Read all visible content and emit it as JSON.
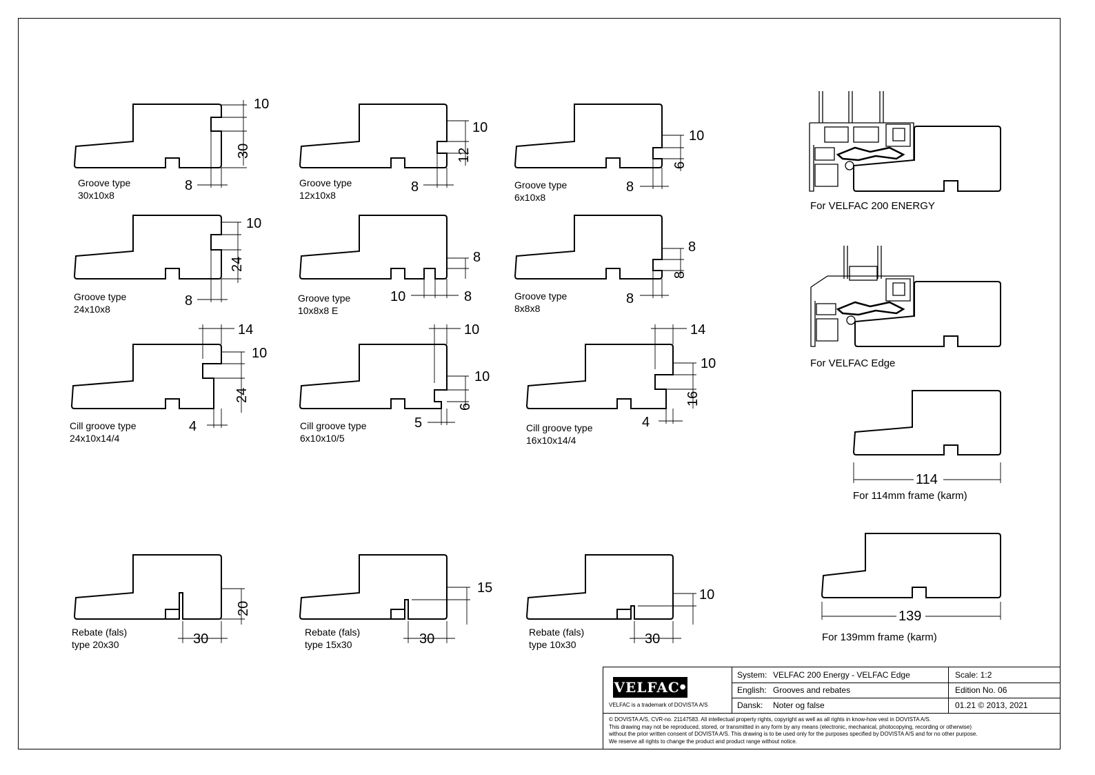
{
  "profiles": [
    {
      "name": "Groove type",
      "code": "30x10x8",
      "dims": [
        "10",
        "30",
        "8"
      ]
    },
    {
      "name": "Groove type",
      "code": "12x10x8",
      "dims": [
        "10",
        "12",
        "8"
      ]
    },
    {
      "name": "Groove type",
      "code": "6x10x8",
      "dims": [
        "10",
        "6",
        "8"
      ]
    },
    {
      "name": "Groove type",
      "code": "24x10x8",
      "dims": [
        "10",
        "24",
        "8"
      ]
    },
    {
      "name": "Groove type",
      "code": "10x8x8 E",
      "dims": [
        "8",
        "10",
        "8"
      ]
    },
    {
      "name": "Groove type",
      "code": "8x8x8",
      "dims": [
        "8",
        "8",
        "8"
      ]
    },
    {
      "name": "Cill groove type",
      "code": "24x10x14/4",
      "dims": [
        "14",
        "10",
        "24",
        "4"
      ]
    },
    {
      "name": "Cill groove type",
      "code": "6x10x10/5",
      "dims": [
        "10",
        "10",
        "6",
        "5"
      ]
    },
    {
      "name": "Cill groove type",
      "code": "16x10x14/4",
      "dims": [
        "14",
        "10",
        "16",
        "4"
      ]
    },
    {
      "name": "Rebate (fals)",
      "code": "type 20x30",
      "dims": [
        "20",
        "30"
      ]
    },
    {
      "name": "Rebate (fals)",
      "code": "type 15x30",
      "dims": [
        "15",
        "30"
      ]
    },
    {
      "name": "Rebate (fals)",
      "code": "type 10x30",
      "dims": [
        "10",
        "30"
      ]
    }
  ],
  "frames": [
    {
      "caption": "For VELFAC 200 ENERGY"
    },
    {
      "caption": "For VELFAC Edge"
    },
    {
      "caption": "For 114mm frame (karm)",
      "dim": "114"
    },
    {
      "caption": "For 139mm frame (karm)",
      "dim": "139"
    }
  ],
  "titleblock": {
    "logo": "VELFAC",
    "trademark": "VELFAC is a trademark of DOVISTA A/S",
    "system_key": "System:",
    "system_val": "VELFAC 200 Energy - VELFAC Edge",
    "english_key": "English:",
    "english_val": "Grooves and rebates",
    "dansk_key": "Dansk:",
    "dansk_val": "Noter og false",
    "scale": "Scale: 1:2",
    "edition": "Edition No. 06",
    "date": "01.21 © 2013, 2021",
    "copyright": [
      "© DOVISTA A/S, CVR-no. 21147583. All intellectual property rights, copyright as well as all rights in know-how vest in DOVISTA A/S.",
      "This drawing may not be reproduced, stored, or transmitted in any form by any means (electronic, mechanical, photocopying, recording or otherwise)",
      "without the prior written consent of DOVISTA A/S. This drawing is to be used only for the purposes specified by DOVISTA A/S and for no other purpose.",
      "We reserve all rights to change the product and product range without notice."
    ]
  }
}
